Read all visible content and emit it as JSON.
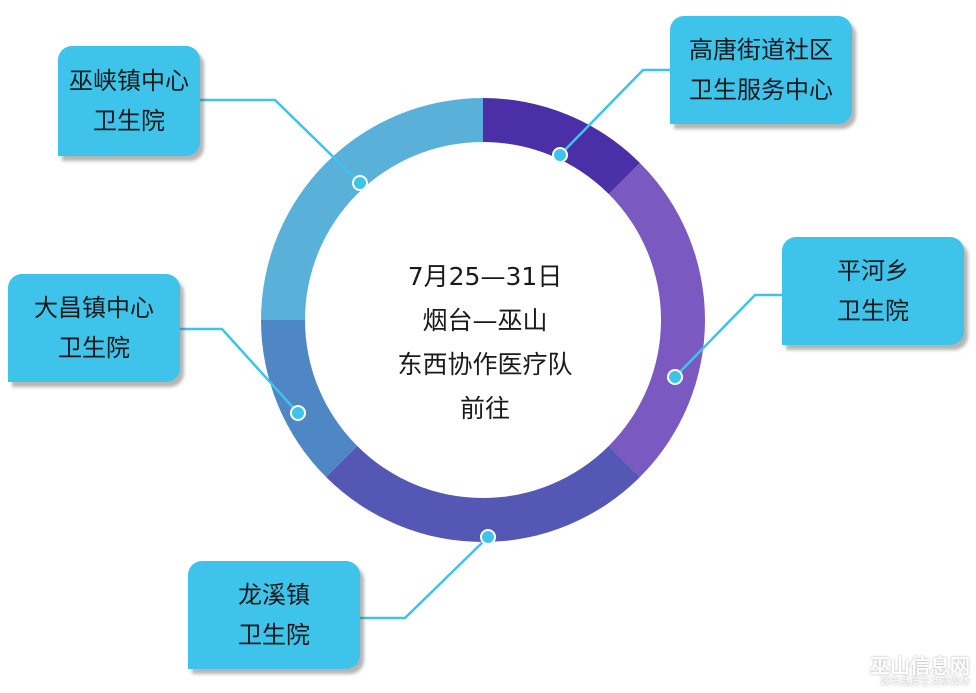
{
  "center": {
    "lines": [
      "7月25—31日",
      "烟台—巫山",
      "东西协作医疗队",
      "前往"
    ]
  },
  "labels": [
    {
      "id": "wuxia",
      "lines": [
        "巫峡镇中心",
        "卫生院"
      ]
    },
    {
      "id": "gaotang",
      "lines": [
        "高唐街道社区",
        "卫生服务中心"
      ]
    },
    {
      "id": "pinghe",
      "lines": [
        "平河乡",
        "卫生院"
      ]
    },
    {
      "id": "dachang",
      "lines": [
        "大昌镇中心",
        "卫生院"
      ]
    },
    {
      "id": "longxi",
      "lines": [
        "龙溪镇",
        "卫生院"
      ]
    }
  ],
  "ring_segments": [
    {
      "id": "gaotang",
      "color": "#4a2fa6"
    },
    {
      "id": "pinghe",
      "color": "#7a5ac0"
    },
    {
      "id": "longxi",
      "color": "#5457b3"
    },
    {
      "id": "dachang",
      "color": "#4f86c4"
    },
    {
      "id": "wuxia",
      "color": "#59b1d9"
    }
  ],
  "colors": {
    "label_bg": "#3ec3ea",
    "connector": "#3ec3ea"
  },
  "watermark": {
    "main": "巫山信息网",
    "sub": "城市品质生活新媒体"
  }
}
